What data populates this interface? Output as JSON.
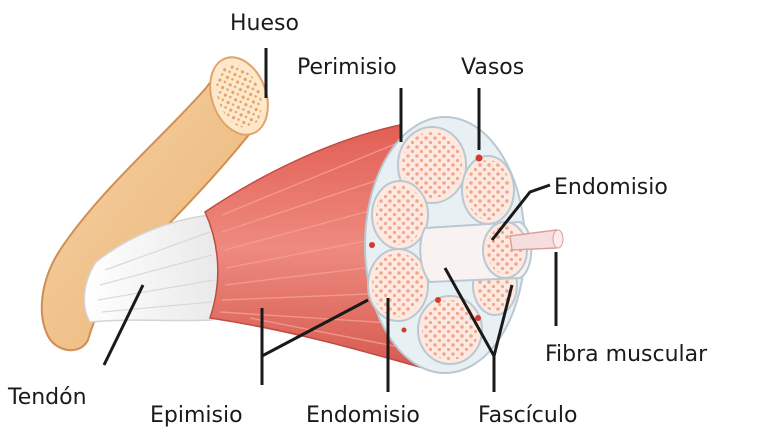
{
  "labels": {
    "hueso": "Hueso",
    "perimisio": "Perimisio",
    "vasos": "Vasos",
    "endomisio_top": "Endomisio",
    "fibra_muscular": "Fibra muscular",
    "tendon": "Tendón",
    "epimisio": "Epimisio",
    "endomisio_bottom": "Endomisio",
    "fasciculo": "Fascículo"
  },
  "colors": {
    "bone": "#f0c592",
    "bone_shadow": "#d99a5e",
    "bone_marrow": "#fbe3c3",
    "tendon": "#f4f4f4",
    "muscle": "#e8746a",
    "muscle_dark": "#cf5248",
    "section_bg": "#dde8ee",
    "fascicle": "#fbe7dc",
    "fiber_dot": "#f0a590"
  }
}
